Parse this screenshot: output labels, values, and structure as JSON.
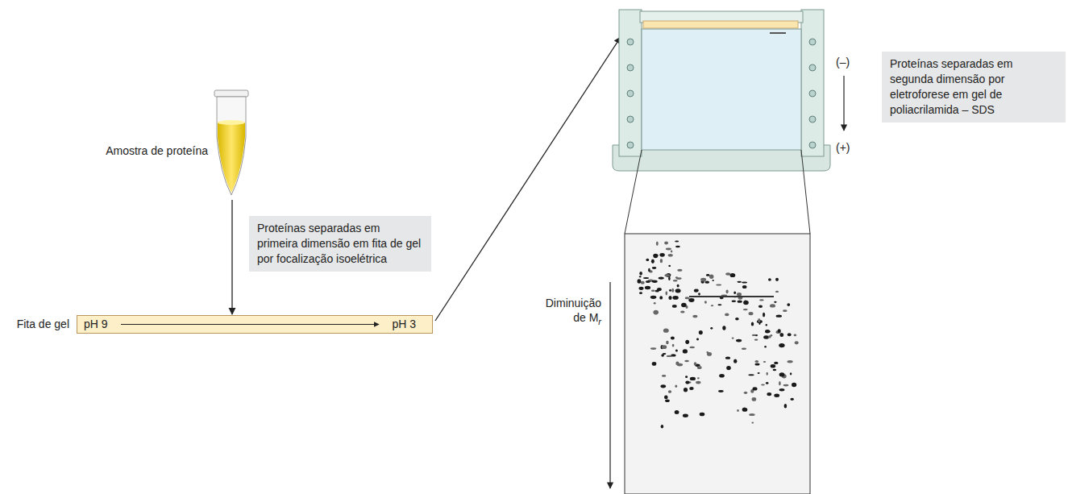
{
  "diagram": {
    "nodes": [
      {
        "text": [
          "Amostra de proteína"
        ]
      },
      {
        "text": [
          "Proteínas separadas em primeira dimensão em fita de gel por focalização isoelétrica"
        ]
      },
      {
        "text": [
          "Fita de gel",
          "pH 9",
          "pH 3"
        ]
      },
      {
        "text": [
          "Proteínas separadas em segunda dimensão por eletroforese em gel de poliacrilamida – SDS"
        ]
      }
    ],
    "edges": [
      {
        "from": 0,
        "to": 2,
        "arrow": "to"
      }
    ],
    "labels": [
      "(–)",
      "(+)",
      "Diminuição de M",
      "r"
    ]
  }
}
